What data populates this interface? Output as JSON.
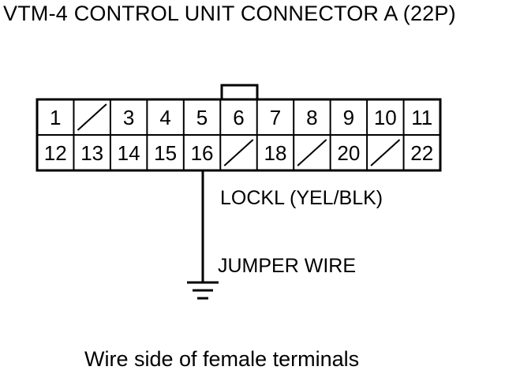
{
  "title": "VTM-4 CONTROL UNIT CONNECTOR A (22P)",
  "caption": "Wire side of female terminals",
  "connector": {
    "row1": [
      "1",
      "",
      "3",
      "4",
      "5",
      "6",
      "7",
      "8",
      "9",
      "10",
      "11"
    ],
    "row2": [
      "12",
      "13",
      "14",
      "15",
      "16",
      "",
      "18",
      "",
      "20",
      "",
      "22"
    ]
  },
  "labels": {
    "lockl": "LOCKL (YEL/BLK)",
    "jumper": "JUMPER WIRE"
  },
  "icons": {
    "ground": "ground-symbol-icon",
    "empty_cavity": "empty-cavity-slash-icon"
  }
}
